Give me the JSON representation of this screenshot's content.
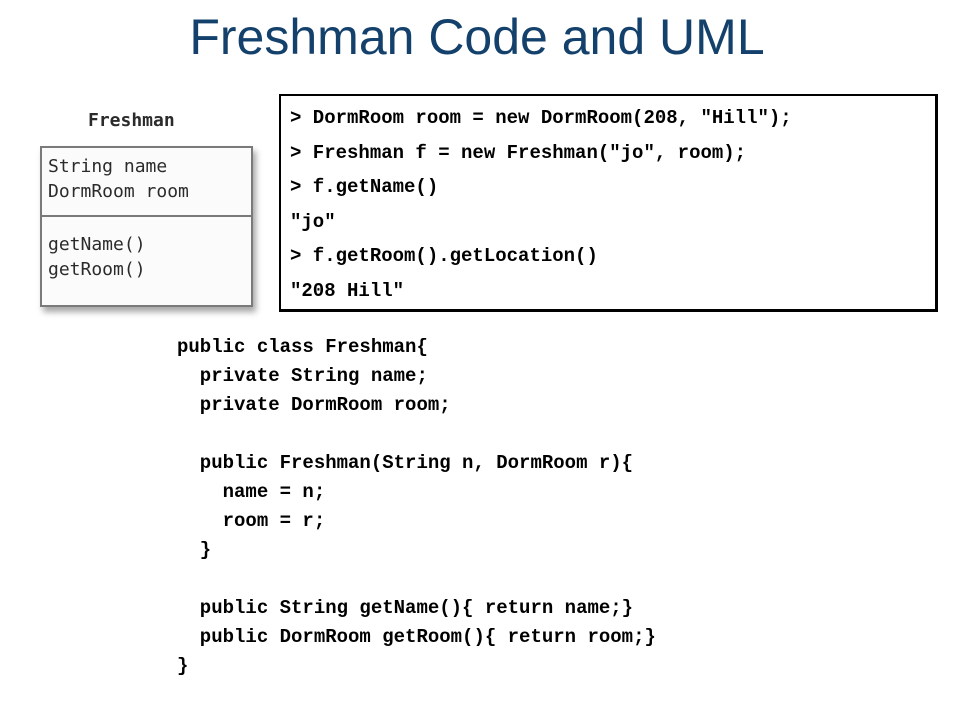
{
  "title": "Freshman Code and UML",
  "uml": {
    "class_name": "Freshman",
    "attributes": [
      "String name",
      "DormRoom room"
    ],
    "methods": [
      "getName()",
      "getRoom()"
    ]
  },
  "console": {
    "lines": [
      "> DormRoom room = new DormRoom(208, \"Hill\");",
      "> Freshman f = new Freshman(\"jo\", room);",
      "> f.getName()",
      "\"jo\"",
      "> f.getRoom().getLocation()",
      "\"208 Hill\""
    ]
  },
  "code": {
    "lines": [
      "public class Freshman{",
      "  private String name;",
      "  private DormRoom room;",
      "",
      "  public Freshman(String n, DormRoom r){",
      "    name = n;",
      "    room = r;",
      "  }",
      "",
      "  public String getName(){ return name;}",
      "  public DormRoom getRoom(){ return room;}",
      "}"
    ]
  },
  "colors": {
    "title": "#14416c",
    "uml_border": "#7a7a7a",
    "console_border": "#000000"
  }
}
